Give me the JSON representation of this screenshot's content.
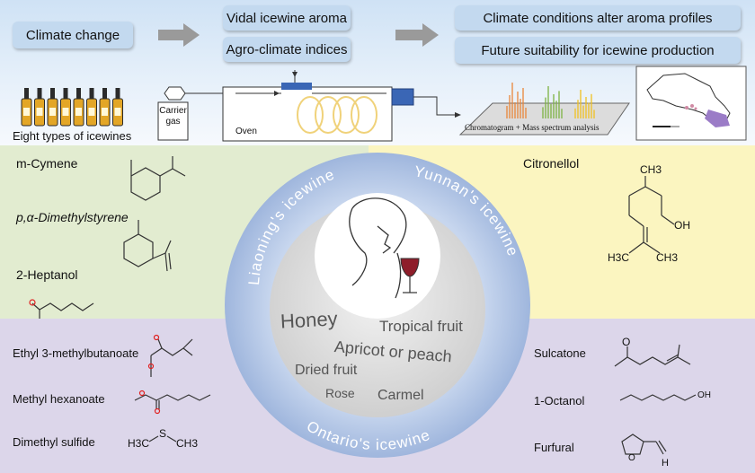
{
  "header": {
    "climate_change": "Climate change",
    "vidal_aroma": "Vidal icewine aroma",
    "agro_indices": "Agro-climate indices",
    "climate_alter": "Climate conditions alter aroma profiles",
    "future_suitability": "Future suitability for icewine production"
  },
  "apparatus": {
    "bottles_label": "Eight types of icewines",
    "carrier_gas_line1": "Carrier",
    "carrier_gas_line2": "gas",
    "oven": "Oven",
    "chromatogram": "Chromatogram + Mass spectrum analysis"
  },
  "compounds_left_top": [
    "m-Cymene",
    "p,α-Dimethylstyrene",
    "2-Heptanol"
  ],
  "compounds_right_top": [
    "Citronellol"
  ],
  "compounds_left_bottom": [
    "Ethyl 3-methylbutanoate",
    "Methyl hexanoate",
    "Dimethyl sulfide"
  ],
  "compounds_right_bottom": [
    "Sulcatone",
    "1-Octanol",
    "Furfural"
  ],
  "ring": {
    "liaoning": "Liaoning's icewine",
    "yunnan": "Yunnan's icewine",
    "ontario": "Ontario's icewine"
  },
  "aromas": {
    "honey": "Honey",
    "tropical": "Tropical fruit",
    "apricot": "Apricot or peach",
    "dried": "Dried fruit",
    "rose": "Rose",
    "carmel": "Carmel"
  },
  "structure_labels": {
    "ch3": "CH3",
    "oh": "OH",
    "h3c": "H3C",
    "s": "S",
    "o": "O",
    "h": "H"
  },
  "colors": {
    "pill_blue": "#c3d9ef",
    "green_quadrant": "#e2ecd0",
    "yellow_quadrant": "#fbf5c0",
    "purple_quadrant": "#dcd6ea",
    "ring_blue": "#a9c0e2",
    "bottle_gold": "#e3a626"
  }
}
